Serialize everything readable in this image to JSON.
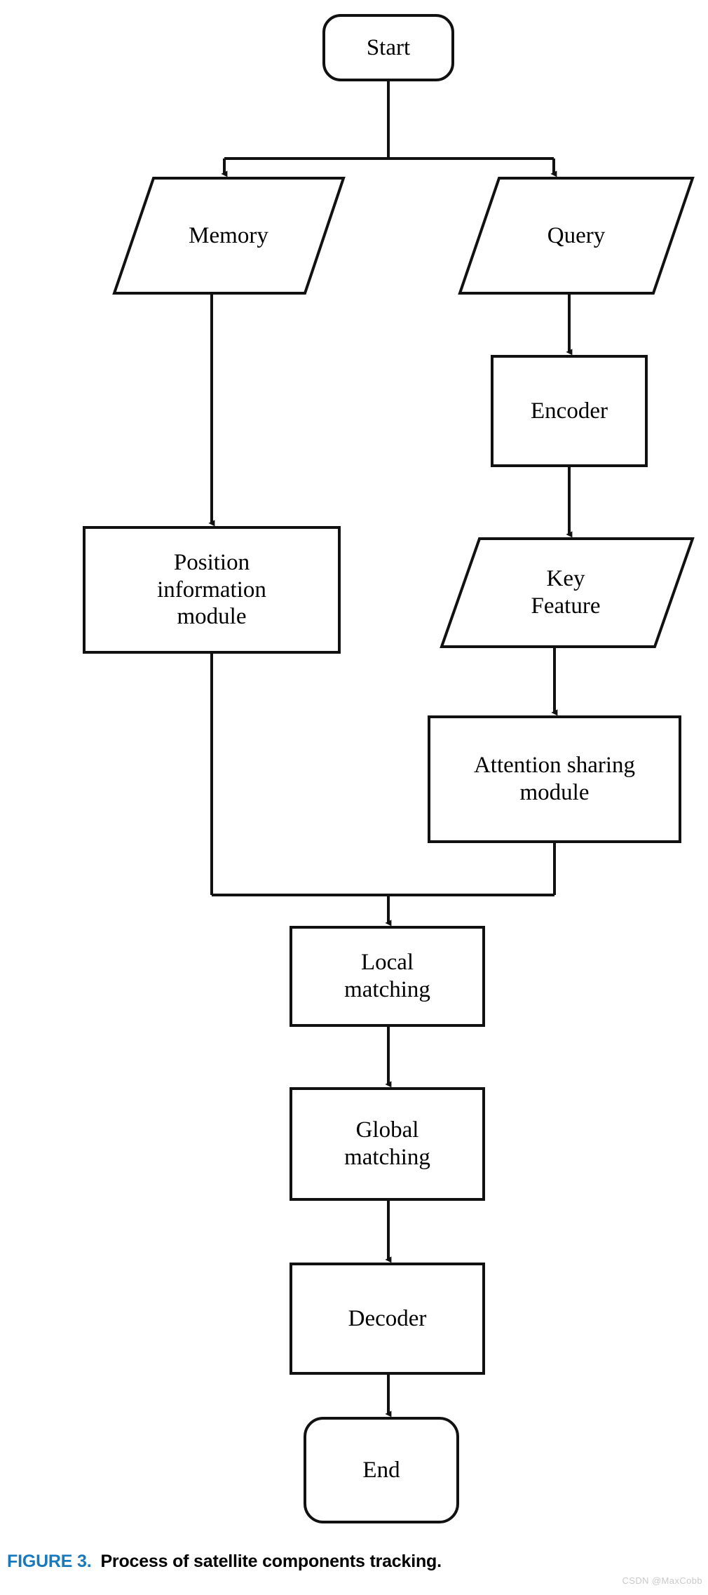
{
  "figure": {
    "caption_number": "FIGURE 3.",
    "caption_number_color": "#1879bd",
    "caption_text": "Process of satellite components tracking.",
    "watermark": "CSDN @MaxCobb",
    "background_color": "#ffffff",
    "stroke_color": "#111111"
  },
  "diagram": {
    "type": "flowchart",
    "orientation": "top-to-bottom",
    "nodes": [
      {
        "id": "start",
        "label": "Start",
        "shape": "rounded-rectangle"
      },
      {
        "id": "memory",
        "label": "Memory",
        "shape": "parallelogram"
      },
      {
        "id": "query",
        "label": "Query",
        "shape": "parallelogram"
      },
      {
        "id": "encoder",
        "label": "Encoder",
        "shape": "rectangle"
      },
      {
        "id": "keyfeature",
        "label": "Key\nFeature",
        "shape": "parallelogram"
      },
      {
        "id": "position",
        "label": "Position\ninformation\nmodule",
        "shape": "rectangle"
      },
      {
        "id": "attention",
        "label": "Attention sharing\nmodule",
        "shape": "rectangle"
      },
      {
        "id": "local",
        "label": "Local\nmatching",
        "shape": "rectangle"
      },
      {
        "id": "global",
        "label": "Global\nmatching",
        "shape": "rectangle"
      },
      {
        "id": "decoder",
        "label": "Decoder",
        "shape": "rectangle"
      },
      {
        "id": "end",
        "label": "End",
        "shape": "rounded-rectangle"
      }
    ],
    "edges": [
      {
        "from": "start",
        "to": "memory",
        "style": "elbow-split-left"
      },
      {
        "from": "start",
        "to": "query",
        "style": "elbow-split-right"
      },
      {
        "from": "memory",
        "to": "position",
        "style": "straight-down"
      },
      {
        "from": "query",
        "to": "encoder",
        "style": "straight-down"
      },
      {
        "from": "encoder",
        "to": "keyfeature",
        "style": "straight-down"
      },
      {
        "from": "keyfeature",
        "to": "attention",
        "style": "straight-down"
      },
      {
        "from": "position",
        "to": "local",
        "style": "elbow-merge-left"
      },
      {
        "from": "attention",
        "to": "local",
        "style": "elbow-merge-right"
      },
      {
        "from": "local",
        "to": "global",
        "style": "straight-down"
      },
      {
        "from": "global",
        "to": "decoder",
        "style": "straight-down"
      },
      {
        "from": "decoder",
        "to": "end",
        "style": "straight-down"
      }
    ]
  }
}
